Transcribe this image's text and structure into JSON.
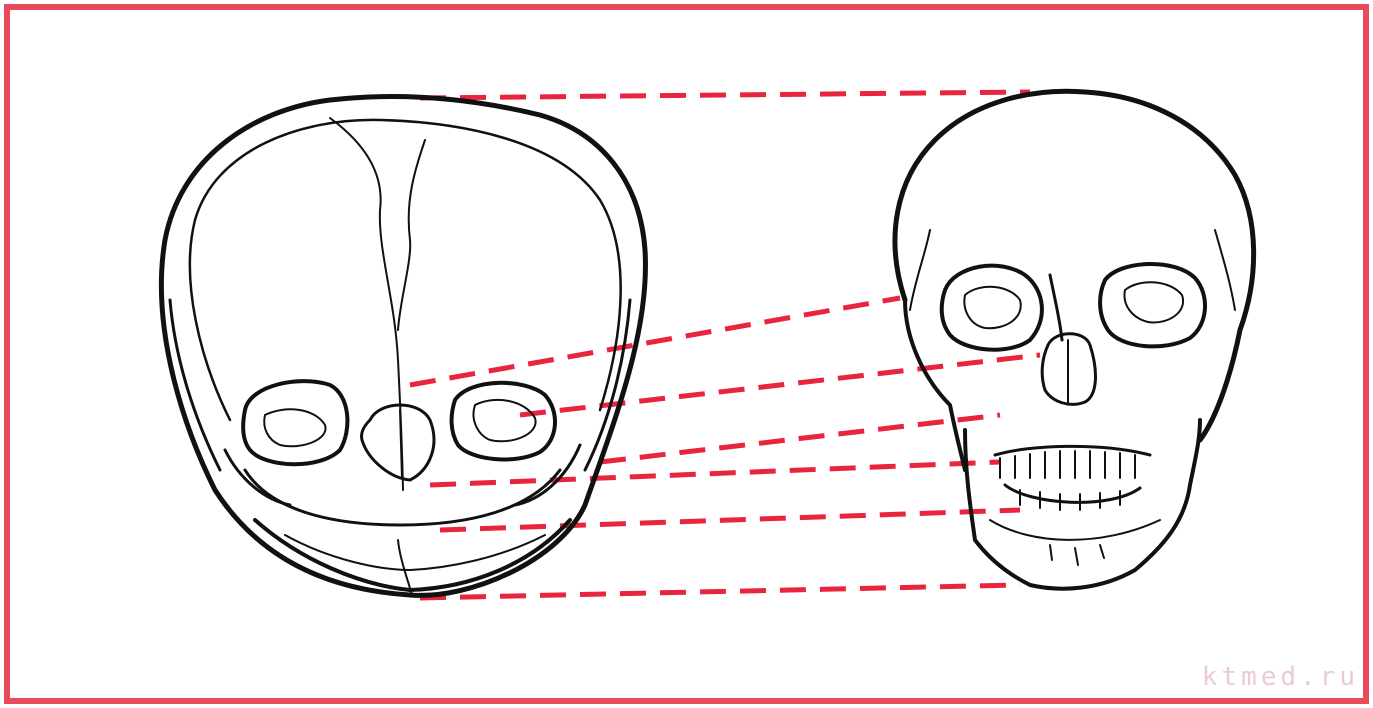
{
  "figure": {
    "left_subject": "infant-skull-front-view",
    "right_subject": "adult-skull-front-view",
    "watermark_text": "ktmed.ru"
  },
  "colors": {
    "background": "#ffffff",
    "outline": "#111111",
    "accent": "#e8253c",
    "border": "#ea4a5a"
  },
  "icons": {
    "left": "infant-skull-icon",
    "right": "adult-skull-icon"
  }
}
